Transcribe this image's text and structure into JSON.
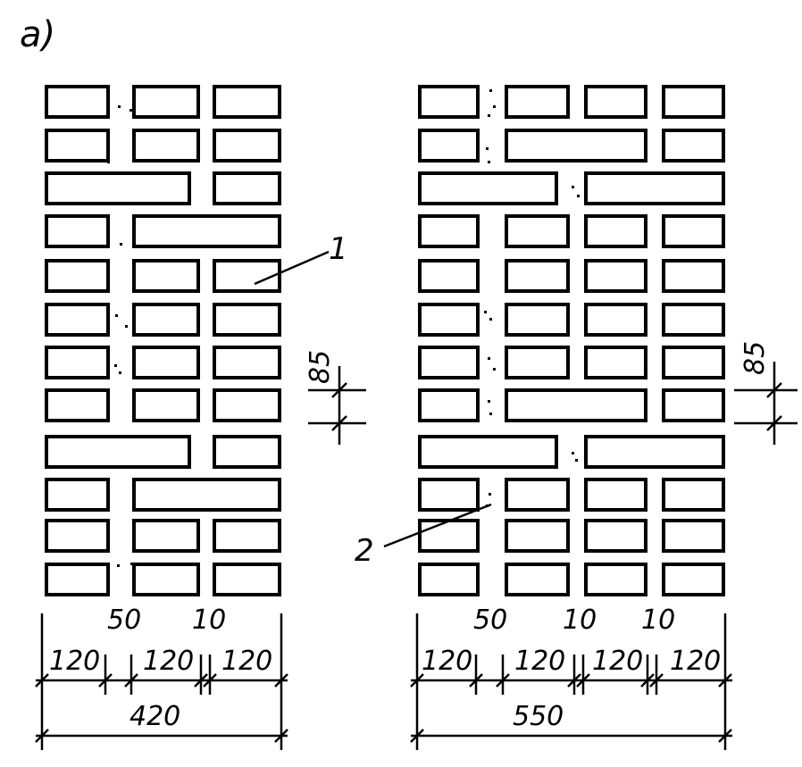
{
  "figure_label": "a)",
  "callouts": {
    "one": "1",
    "two": "2"
  },
  "left_wall": {
    "gap_labels": {
      "a": "50",
      "b": "10"
    },
    "bricks": {
      "b1": "120",
      "b2": "120",
      "b3": "120"
    },
    "total": "420",
    "course_height": "85"
  },
  "right_wall": {
    "gap_labels": {
      "a": "50",
      "b": "10",
      "c": "10"
    },
    "bricks": {
      "b1": "120",
      "b2": "120",
      "b3": "120",
      "b4": "120"
    },
    "total": "550",
    "course_height": "85"
  },
  "colors": {
    "ink": "#000000",
    "paper": "#ffffff"
  }
}
